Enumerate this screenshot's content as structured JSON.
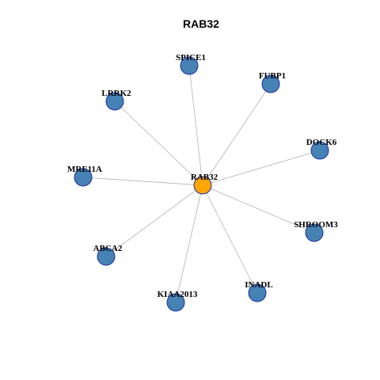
{
  "title": "RAB32",
  "colors": {
    "hub": "#FFA500",
    "leaf": "#4682B4",
    "node_border": "#1F2FA8",
    "edge": "#B3B3B3"
  },
  "center": {
    "label": "RAB32"
  },
  "neighbors": [
    {
      "id": "spice1",
      "label": "SPICE1"
    },
    {
      "id": "fubp1",
      "label": "FUBP1"
    },
    {
      "id": "dock6",
      "label": "DOCK6"
    },
    {
      "id": "shroom3",
      "label": "SHROOM3"
    },
    {
      "id": "inadl",
      "label": "INADL"
    },
    {
      "id": "kiaa2013",
      "label": "KIAA2013"
    },
    {
      "id": "abca2",
      "label": "ABCA2"
    },
    {
      "id": "mre11a",
      "label": "MRE11A"
    },
    {
      "id": "lrrk2",
      "label": "LRRK2"
    }
  ]
}
